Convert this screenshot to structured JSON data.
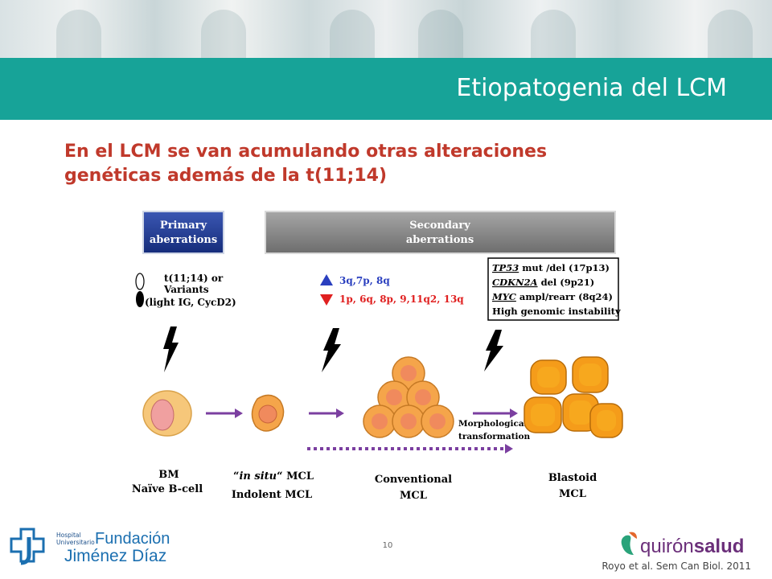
{
  "slide": {
    "title": "Etiopatogenia del LCM",
    "subtitle_line1": "En el LCM se van acumulando otras alteraciones",
    "subtitle_line2": "genéticas además de la t(11;14)",
    "page_number": "10",
    "citation": "Royo et al. Sem Can Biol. 2011"
  },
  "colors": {
    "teal": "#17a398",
    "subtitle_red": "#c0392b",
    "primary_box": "#1f3a93",
    "secondary_box": "#8c8c8c",
    "gain_blue": "#2a3fbf",
    "loss_red": "#e02020",
    "arrow_purple": "#7b3fa0",
    "cell_orange": "#f5a54a",
    "cell_nucleus": "#f08a5d"
  },
  "figure": {
    "primary_box_line1": "Primary",
    "primary_box_line2": "aberrations",
    "secondary_box_line1": "Secondary",
    "secondary_box_line2": "aberrations",
    "primary_text": [
      "t(11;14) or",
      "Variants",
      "(light IG, CycD2)"
    ],
    "gains": "3q,7p, 8q",
    "losses": "1p, 6q, 8p, 9,11q2, 13q",
    "blastoid_box": [
      {
        "gene": "TP53",
        "rest": " mut /del (17p13)"
      },
      {
        "gene": "CDKN2A",
        "rest": " del (9p21)"
      },
      {
        "gene": "MYC",
        "rest": " ampl/rearr (8q24)"
      },
      {
        "gene": "",
        "rest": "High genomic instability"
      }
    ],
    "morph_line1": "Morphological",
    "morph_line2": "transformation",
    "stage_bm_line1": "BM",
    "stage_bm_line2": "Naïve B-cell",
    "stage_insitu_line1_prefix": "“",
    "stage_insitu_italic": "in situ",
    "stage_insitu_line1_suffix": "“ MCL",
    "stage_insitu_line2": "Indolent MCL",
    "stage_conv_line1": "Conventional",
    "stage_conv_line2": "MCL",
    "stage_blast_line1": "Blastoid",
    "stage_blast_line2": "MCL"
  },
  "logo_left": {
    "small_line1": "Hospital",
    "small_line2": "Universitario",
    "name_line1": "Fundación",
    "name_line2": "Jiménez Díaz"
  },
  "logo_right": {
    "name_part1": "quirón",
    "name_part2": "salud"
  }
}
